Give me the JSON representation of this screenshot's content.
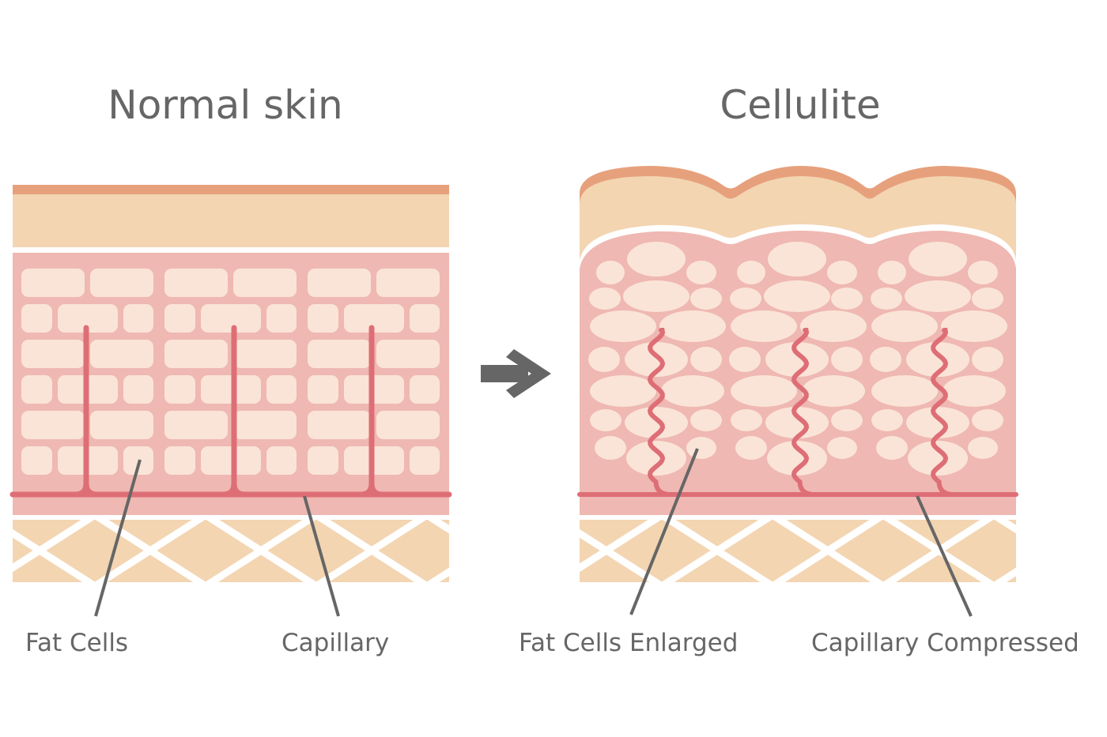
{
  "titles": {
    "left": "Normal skin",
    "right": "Cellulite"
  },
  "labels": {
    "fat_cells": "Fat Cells",
    "capillary": "Capillary",
    "fat_cells_enlarged": "Fat Cells Enlarged",
    "capillary_compressed": "Capillary Compressed"
  },
  "colors": {
    "outer_band": "#e6a17c",
    "epidermis": "#f3d5b2",
    "dermis": "#efb8b2",
    "fat_cell": "#fae4d7",
    "capillary": "#de6e76",
    "subcutis": "#f3d5b2",
    "text": "#666666"
  },
  "arrow_icon": "right-arrow-icon"
}
